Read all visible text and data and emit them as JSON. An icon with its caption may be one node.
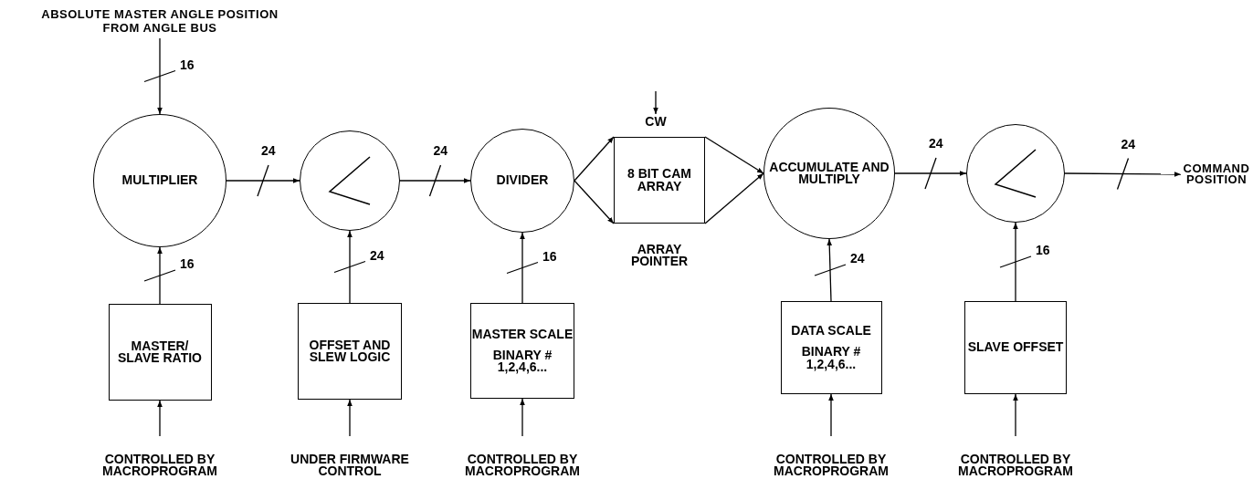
{
  "diagram": {
    "nodes": [
      {
        "text": [
          "ABSOLUTE MASTER ANGLE POSITION FROM ANGLE BUS"
        ]
      },
      {
        "text": [
          "MULTIPLIER"
        ]
      },
      {
        "text": [],
        "shape": "circle"
      },
      {
        "text": [
          "DIVIDER"
        ]
      },
      {
        "text": [
          "8 BIT CAM ARRAY"
        ],
        "beside": [
          "ARRAY POINTER"
        ]
      },
      {
        "text": [
          "CW"
        ]
      },
      {
        "text": [
          "ACCUMULATE AND MULTIPLY"
        ]
      },
      {
        "text": [],
        "shape": "circle"
      },
      {
        "text": [
          "COMMAND POSITION"
        ]
      },
      {
        "text": [
          "MASTER/ SLAVE RATIO"
        ]
      },
      {
        "text": [
          "OFFSET AND SLEW LOGIC"
        ]
      },
      {
        "text": [
          "MASTER SCALE",
          "BINARY # 1,2,4,6..."
        ]
      },
      {
        "text": [
          "DATA SCALE",
          "BINARY # 1,2,4,6..."
        ]
      },
      {
        "text": [
          "SLAVE OFFSET"
        ]
      },
      {
        "text": [
          "CONTROLLED BY MACROPROGRAM"
        ]
      },
      {
        "text": [
          "UNDER FIRMWARE CONTROL"
        ]
      },
      {
        "text": [
          "CONTROLLED BY MACROPROGRAM"
        ]
      },
      {
        "text": [
          "CONTROLLED BY MACROPROGRAM"
        ]
      },
      {
        "text": [
          "CONTROLLED BY MACROPROGRAM"
        ]
      }
    ],
    "edges": [
      {
        "from": 0,
        "to": 1,
        "arrow": "to",
        "label": "16"
      },
      {
        "from": 1,
        "to": 2,
        "arrow": "to",
        "label": "24"
      },
      {
        "from": 2,
        "to": 3,
        "arrow": "to",
        "label": "24"
      },
      {
        "from": 3,
        "to": 4,
        "arrow": "to"
      },
      {
        "from": 3,
        "to": 4,
        "arrow": "to"
      },
      {
        "from": 4,
        "to": 6,
        "arrow": "to"
      },
      {
        "from": 4,
        "to": 6,
        "arrow": "to"
      },
      {
        "from": 6,
        "to": 7,
        "arrow": "to",
        "label": "24"
      },
      {
        "from": 7,
        "to": 8,
        "arrow": "to",
        "label": "24"
      },
      {
        "from": 9,
        "to": 1,
        "arrow": "to",
        "label": "16"
      },
      {
        "from": 10,
        "to": 2,
        "arrow": "to",
        "label": "24"
      },
      {
        "from": 11,
        "to": 3,
        "arrow": "to",
        "label": "16"
      },
      {
        "from": 12,
        "to": 6,
        "arrow": "to",
        "label": "24"
      },
      {
        "from": 13,
        "to": 7,
        "arrow": "to",
        "label": "16"
      },
      {
        "from": 14,
        "to": 9,
        "arrow": "to"
      },
      {
        "from": 15,
        "to": 10,
        "arrow": "to"
      },
      {
        "from": 16,
        "to": 11,
        "arrow": "to"
      },
      {
        "from": 17,
        "to": 12,
        "arrow": "to"
      },
      {
        "from": 18,
        "to": 13,
        "arrow": "to"
      },
      {
        "from": null,
        "to": 5,
        "arrow": "to"
      }
    ]
  }
}
